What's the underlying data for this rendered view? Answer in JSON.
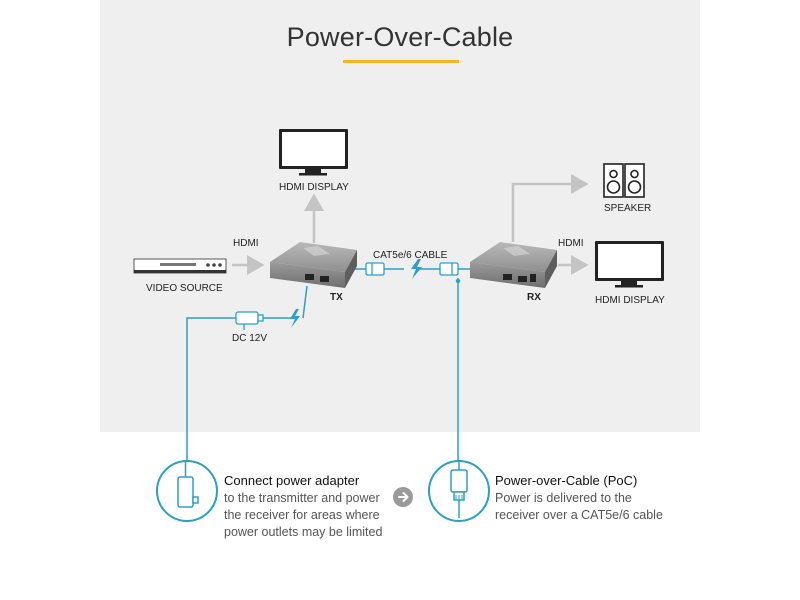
{
  "title": "Power-Over-Cable",
  "colors": {
    "accent": "#f5b51d",
    "cable": "#2aa0c8",
    "arrow": "#c4c4c4",
    "panel": "#efefef"
  },
  "labels": {
    "hdmi_display_top": "HDMI DISPLAY",
    "hdmi_in": "HDMI",
    "video_source": "VIDEO SOURCE",
    "tx": "TX",
    "dc": "DC 12V",
    "cable": "CAT5e/6 CABLE",
    "rx": "RX",
    "speaker": "SPEAKER",
    "hdmi_out": "HDMI",
    "hdmi_display_right": "HDMI DISPLAY"
  },
  "info": {
    "adapter": {
      "icon": "power-adapter-icon",
      "title": "Connect power adapter",
      "lines": [
        "to the transmitter and power",
        "the receiver for areas where",
        "power outlets may be limited"
      ]
    },
    "poc": {
      "icon": "rj45-connector-icon",
      "title": "Power-over-Cable (PoC)",
      "lines": [
        "Power is delivered to the",
        "receiver over a CAT5e/6 cable"
      ]
    }
  }
}
